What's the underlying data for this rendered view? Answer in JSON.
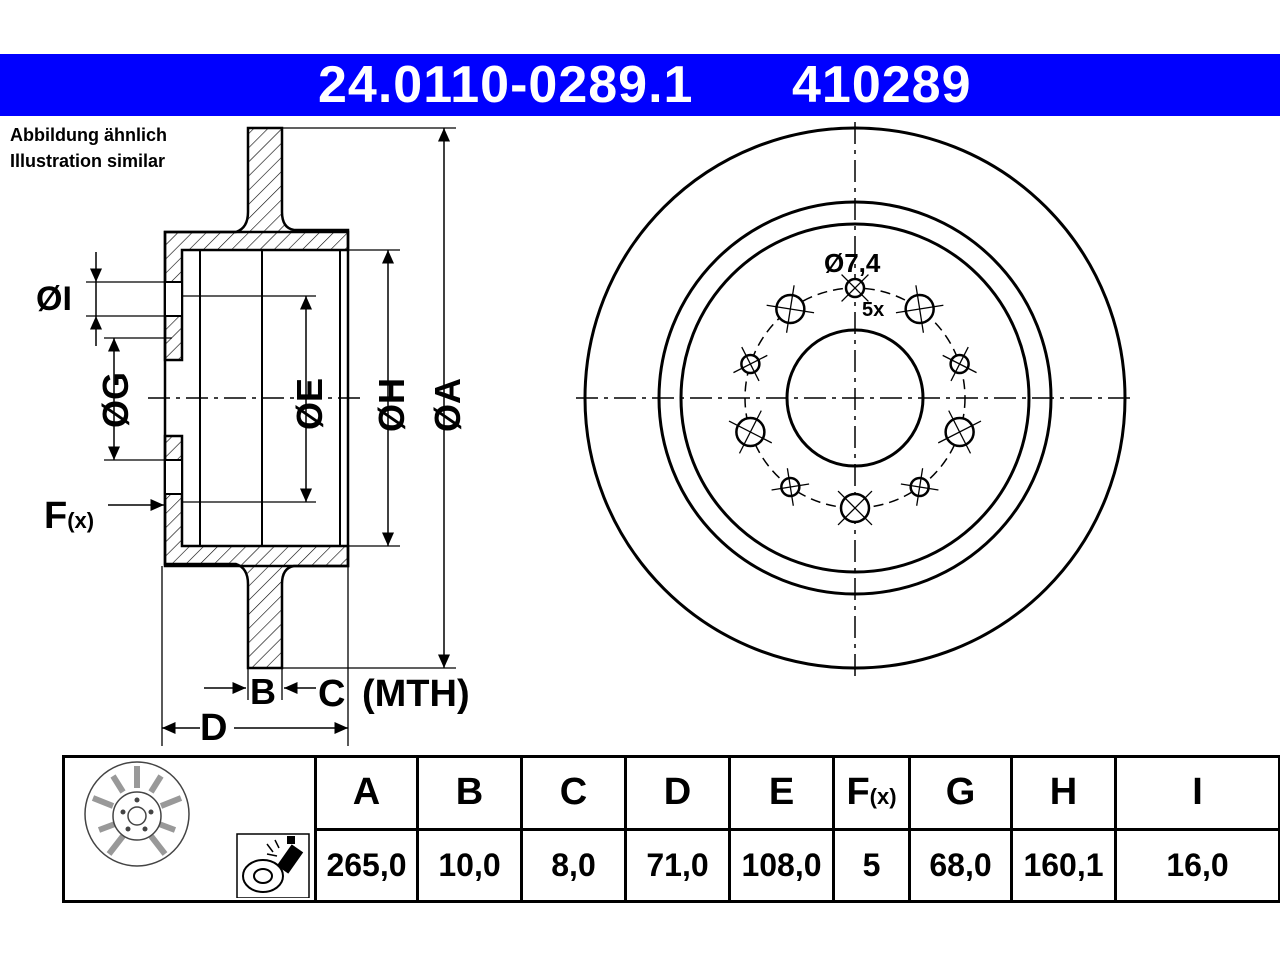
{
  "header": {
    "part_number": "24.0110-0289.1",
    "article_number": "410289",
    "color": "#0000ff"
  },
  "note": {
    "line1": "Abbildung ähnlich",
    "line2": "Illustration similar"
  },
  "drawing": {
    "labels": {
      "dia_i": "ØI",
      "dia_g": "ØG",
      "dia_e": "ØE",
      "dia_h": "ØH",
      "dia_a": "ØA",
      "f": "F",
      "f_sub": "(x)",
      "b": "B",
      "c": "C",
      "mth": "(MTH)",
      "d": "D",
      "hole_dia": "Ø7,4",
      "hole_count": "5x"
    }
  },
  "specs": {
    "headers": [
      "A",
      "B",
      "C",
      "D",
      "E",
      "F",
      "G",
      "H",
      "I"
    ],
    "f_sub": "(x)",
    "values": [
      "265,0",
      "10,0",
      "8,0",
      "71,0",
      "108,0",
      "5",
      "68,0",
      "160,1",
      "16,0"
    ]
  },
  "icons": [
    "brake-disc-icon",
    "brake-cleaner-spray-icon"
  ]
}
